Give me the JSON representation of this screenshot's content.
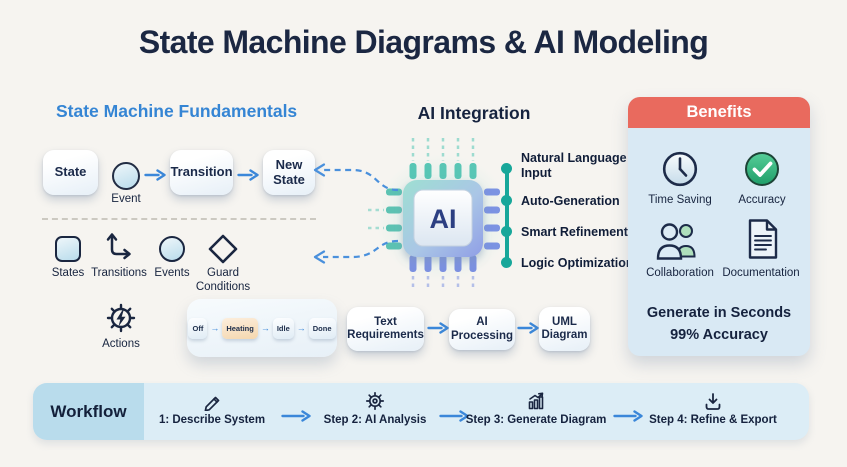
{
  "page": {
    "title": "State Machine Diagrams & AI Modeling"
  },
  "colors": {
    "page_bg": "#f6f4f0",
    "title_navy": "#1b2742",
    "heading_blue": "#3585d4",
    "arrow_blue": "#3b87d9",
    "teal": "#17a79a",
    "ink": "#1a2640",
    "benefits_red": "#e96a5e",
    "benefits_bg": "#d9e9f4",
    "workflow_bg": "#dcedf6",
    "workflow_label_bg": "#b9dcec",
    "success_green": "#2fae76",
    "heating_orange": "#f5d7ae"
  },
  "fundamentals": {
    "heading": "State Machine Fundamentals",
    "state_label": "State",
    "event_label": "Event",
    "transition_label": "Transition",
    "new_state_label": "New State",
    "legend": [
      {
        "icon": "rounded-square-icon",
        "label": "States"
      },
      {
        "icon": "transition-arrow-icon",
        "label": "Transitions"
      },
      {
        "icon": "circle-icon",
        "label": "Events"
      },
      {
        "icon": "diamond-icon",
        "label": "Guard Conditions"
      }
    ],
    "actions_label": "Actions",
    "mini_machine": {
      "states": [
        "Off",
        "Heating",
        "Idle",
        "Done"
      ],
      "active_state": "Heating"
    }
  },
  "ai": {
    "heading": "AI Integration",
    "chip_label": "AI",
    "features": [
      "Natural Language Input",
      "Auto-Generation",
      "Smart Refinement",
      "Logic Optimization"
    ],
    "pipeline": [
      "Text Requirements",
      "AI Processing",
      "UML Diagram"
    ]
  },
  "benefits": {
    "heading": "Benefits",
    "items": [
      {
        "icon": "clock-icon",
        "label": "Time Saving"
      },
      {
        "icon": "check-circle-icon",
        "label": "Accuracy"
      },
      {
        "icon": "people-icon",
        "label": "Collaboration"
      },
      {
        "icon": "document-icon",
        "label": "Documentation"
      }
    ],
    "footer_line1": "Generate in Seconds",
    "footer_line2": "99% Accuracy"
  },
  "workflow": {
    "heading": "Workflow",
    "steps": [
      {
        "icon": "pencil-icon",
        "label": "1: Describe System"
      },
      {
        "icon": "gear-icon",
        "label": "Step 2: AI Analysis"
      },
      {
        "icon": "bar-chart-icon",
        "label": "Step 3: Generate Diagram"
      },
      {
        "icon": "download-icon",
        "label": "Step 4: Refine & Export"
      }
    ]
  }
}
